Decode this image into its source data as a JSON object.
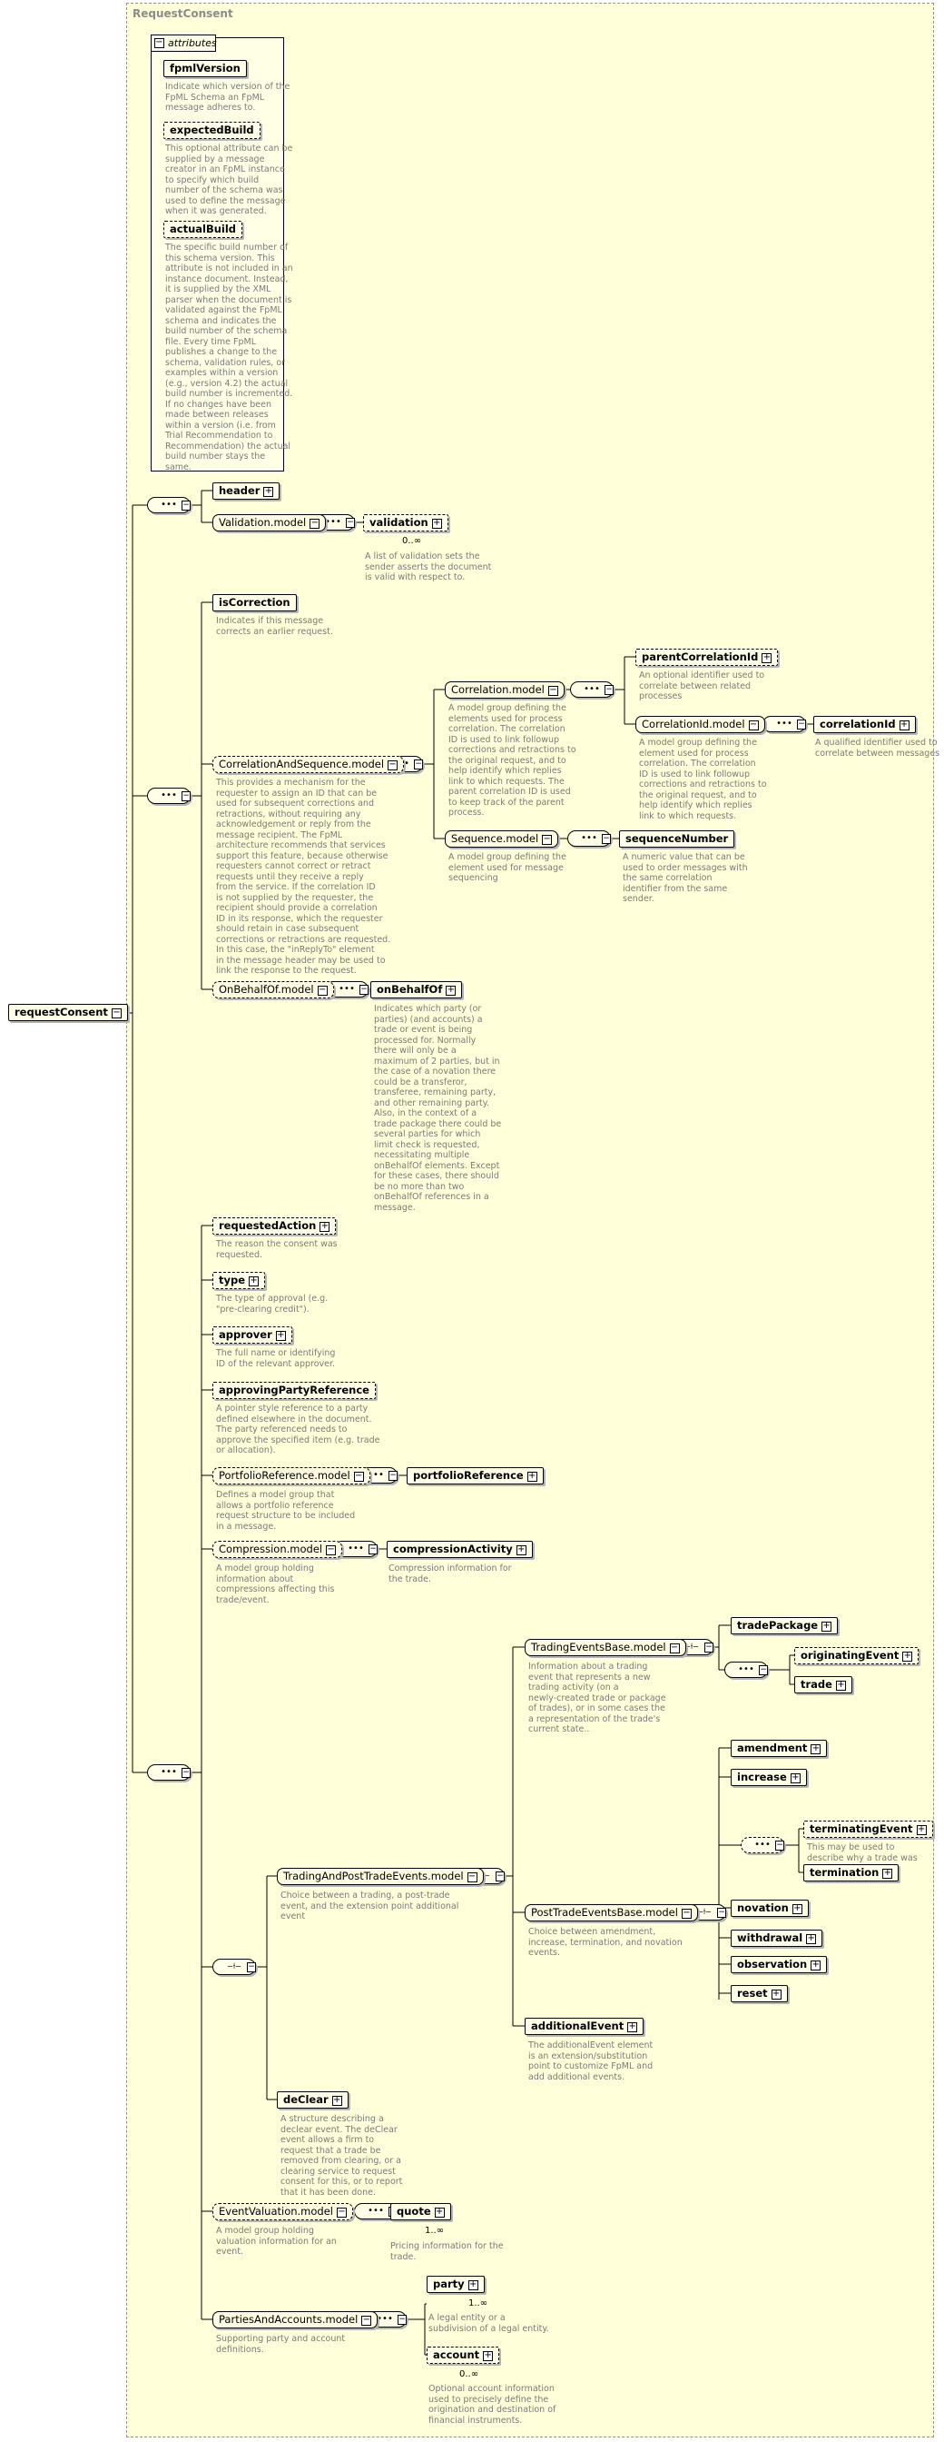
{
  "root": {
    "name": "requestConsent",
    "schema_title": "RequestConsent"
  },
  "attributes": {
    "label": "attributes",
    "items": [
      {
        "name": "fpmlVersion",
        "desc": "Indicate which version of the\nFpML Schema an FpML\nmessage adheres to."
      },
      {
        "name": "expectedBuild",
        "desc": "This optional attribute can be\nsupplied by a message\ncreator in an FpML instance\nto specify which build\nnumber of the schema was\nused to define the message\nwhen it was generated."
      },
      {
        "name": "actualBuild",
        "desc": "The specific build number of\nthis schema version. This\nattribute is not included in an\ninstance document. Instead,\nit is supplied by the XML\nparser when the document is\nvalidated against the FpML\nschema and indicates the\nbuild number of the schema\nfile. Every time FpML\npublishes a change to the\nschema, validation rules, or\nexamples within a version\n(e.g., version 4.2) the actual\nbuild number is incremented.\nIf no changes have been\nmade between releases\nwithin a version (i.e. from\nTrial Recommendation to\nRecommendation) the actual\nbuild number stays the\nsame."
      }
    ]
  },
  "nodes": {
    "header": "header",
    "validation_model": "Validation.model",
    "validation": "validation",
    "validation_card": "0..∞",
    "validation_desc": "A list of validation sets the\nsender asserts the document\nis valid with respect to.",
    "isCorrection": "isCorrection",
    "isCorrection_desc": "Indicates if this message\ncorrects an earlier request.",
    "corr_seq_model": "CorrelationAndSequence.model",
    "corr_seq_desc": "This provides a mechanism for the\nrequester to assign an ID that can be\nused for subsequent corrections and\nretractions, without requiring any\nacknowledgement or reply from the\nmessage recipient. The FpML\narchitecture recommends that services\nsupport this feature, because otherwise\nrequesters cannot correct or retract\nrequests until they receive a reply\nfrom the service. If the correlation ID\nis not supplied by the requester, the\nrecipient should provide a correlation\nID in its response, which the requester\nshould retain in case subsequent\ncorrections or retractions are requested.\nIn this case, the \"inReplyTo\" element\nin the message header may be used to\nlink the response to the request.",
    "correlation_model": "Correlation.model",
    "correlation_desc": "A model group defining the\nelements used for process\ncorrelation. The correlation\nID is used to link followup\ncorrections and retractions to\nthe original request, and to\nhelp identify which replies\nlink to which requests. The\nparent correlation ID is used\nto keep track of the parent\nprocess.",
    "parentCorrelationId": "parentCorrelationId",
    "parentCorrelationId_desc": "An optional identifier used to\ncorrelate between related\nprocesses",
    "correlationId_model": "CorrelationId.model",
    "correlationId_model_desc": "A model group defining the\nelement used for process\ncorrelation. The correlation\nID is used to link followup\ncorrections and retractions to\nthe original request, and to\nhelp identify which replies\nlink to which requests.",
    "correlationId": "correlationId",
    "correlationId_desc": "A qualified identifier used to\ncorrelate between messages",
    "sequence_model": "Sequence.model",
    "sequence_model_desc": "A model group defining the\nelement used for message\nsequencing",
    "sequenceNumber": "sequenceNumber",
    "sequenceNumber_desc": "A numeric value that can be\nused to order messages with\nthe same correlation\nidentifier from the same\nsender.",
    "onBehalfOf_model": "OnBehalfOf.model",
    "onBehalfOf": "onBehalfOf",
    "onBehalfOf_desc": "Indicates which party (or\nparties) (and accounts) a\ntrade or event is being\nprocessed for. Normally\nthere will only be a\nmaximum of 2 parties, but in\nthe case of a novation there\ncould be a transferor,\ntransferee, remaining party,\nand other remaining party.\nAlso, in the context of a\ntrade package there could be\nseveral parties for which\nlimit check is requested,\nnecessitating multiple\nonBehalfOf elements. Except\nfor these cases, there should\nbe no more than two\nonBehalfOf references in a\nmessage.",
    "requestedAction": "requestedAction",
    "requestedAction_desc": "The reason the consent was\nrequested.",
    "type": "type",
    "type_desc": "The type of approval (e.g.\n\"pre-clearing credit\").",
    "approver": "approver",
    "approver_desc": "The full name or identifying\nID of the relevant approver.",
    "approvingPartyReference": "approvingPartyReference",
    "approvingPartyReference_desc": "A pointer style reference to a party\ndefined elsewhere in the document.\nThe party referenced needs to\napprove the specified item (e.g. trade\nor allocation).",
    "portfolioReference_model": "PortfolioReference.model",
    "portfolioReference_model_desc": "Defines a model group that\nallows a portfolio reference\nrequest structure to be included\nin a message.",
    "portfolioReference": "portfolioReference",
    "compression_model": "Compression.model",
    "compression_model_desc": "A model group holding\ninformation about\ncompressions affecting this\ntrade/event.",
    "compressionActivity": "compressionActivity",
    "compressionActivity_desc": "Compression information for\nthe trade.",
    "tradingAndPost_model": "TradingAndPostTradeEvents.model",
    "tradingAndPost_desc": "Choice between a trading, a post-trade\nevent, and the extension point additional\nevent",
    "tradingEventsBase_model": "TradingEventsBase.model",
    "tradingEventsBase_desc": "Information about a trading\nevent that represents a new\ntrading activity (on a\nnewly-created trade or package\nof trades), or in some cases the\na representation of the trade's\ncurrent state..",
    "tradePackage": "tradePackage",
    "originatingEvent": "originatingEvent",
    "trade": "trade",
    "postTradeEventsBase_model": "PostTradeEventsBase.model",
    "postTradeEventsBase_desc": "Choice between amendment,\nincrease, termination, and novation\nevents.",
    "amendment": "amendment",
    "increase": "increase",
    "terminatingEvent": "terminatingEvent",
    "terminatingEvent_desc": "This may be used to\ndescribe why a trade was\nterminated.",
    "termination": "termination",
    "novation": "novation",
    "withdrawal": "withdrawal",
    "observation": "observation",
    "reset": "reset",
    "additionalEvent": "additionalEvent",
    "additionalEvent_desc": "The additionalEvent element\nis an extension/substitution\npoint to customize FpML and\nadd additional events.",
    "deClear": "deClear",
    "deClear_desc": "A structure describing a\ndeclear event. The deClear\nevent allows a firm to\nrequest that a trade be\nremoved from clearing, or a\nclearing service to request\nconsent for this, or to report\nthat it has been done.",
    "eventValuation_model": "EventValuation.model",
    "eventValuation_desc": "A model group holding\nvaluation information for an\nevent.",
    "quote": "quote",
    "quote_card": "1..∞",
    "quote_desc": "Pricing information for the\ntrade.",
    "partiesAndAccounts_model": "PartiesAndAccounts.model",
    "partiesAndAccounts_desc": "Supporting party and account\ndefinitions.",
    "party": "party",
    "party_card": "1..∞",
    "party_desc": "A legal entity or a\nsubdivision of a legal entity.",
    "account": "account",
    "account_card": "0..∞",
    "account_desc": "Optional account information\nused to precisely define the\norigination and destination of\nfinancial instruments."
  }
}
